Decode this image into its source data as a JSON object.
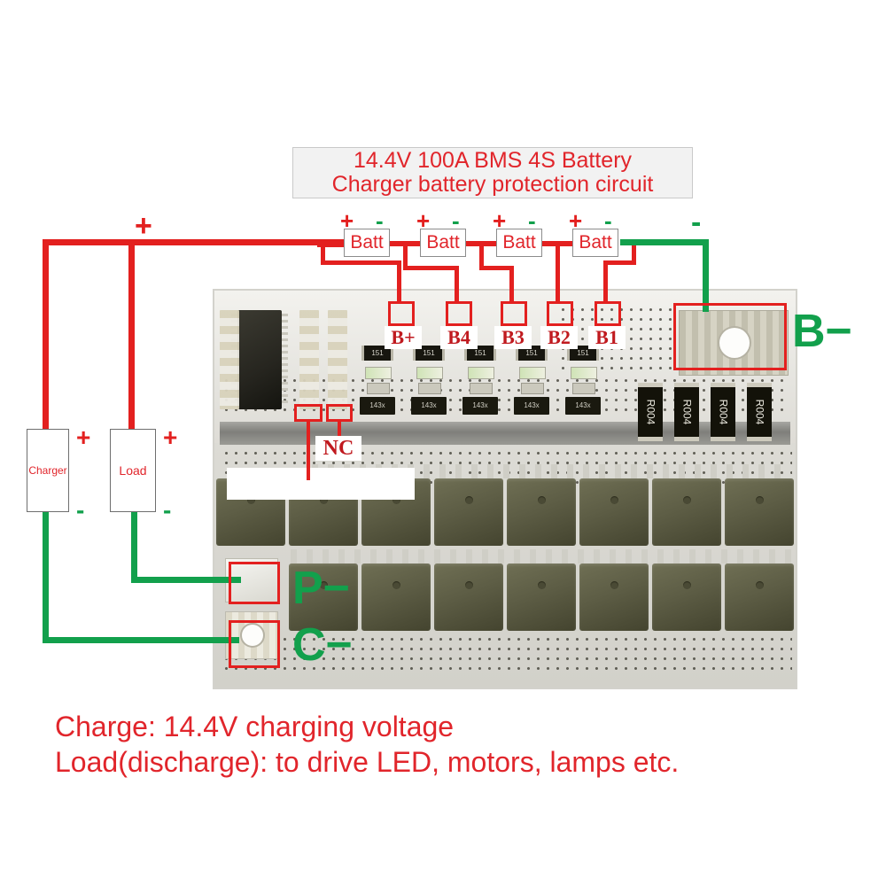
{
  "title": {
    "line1": "14.4V 100A BMS 4S Battery",
    "line2": "Charger battery protection circuit"
  },
  "colors": {
    "positive_wire": "#e3201f",
    "negative_wire": "#12a04c",
    "annotation_red": "#e3201f",
    "label_text_red": "#c01a1f",
    "title_red": "#e1252b"
  },
  "battery_pack": {
    "cells": [
      {
        "label": "Batt",
        "plus": "+",
        "minus": "-"
      },
      {
        "label": "Batt",
        "plus": "+",
        "minus": "-"
      },
      {
        "label": "Batt",
        "plus": "+",
        "minus": "-"
      },
      {
        "label": "Batt",
        "plus": "+",
        "minus": "-"
      }
    ],
    "pack_plus": "+",
    "pack_minus": "-"
  },
  "sources": [
    {
      "name": "Charger",
      "plus": "+",
      "minus": "-"
    },
    {
      "name": "Load",
      "plus": "+",
      "minus": "-"
    }
  ],
  "balance_terminals": [
    {
      "label": "B+"
    },
    {
      "label": "B4"
    },
    {
      "label": "B3"
    },
    {
      "label": "B2"
    },
    {
      "label": "B1"
    }
  ],
  "board_terminals": {
    "b_minus": "B−",
    "p_minus": "P−",
    "c_minus": "C−",
    "nc": "NC"
  },
  "board_components": {
    "balance_resistor": "151",
    "balance_transistor": "143x",
    "shunt_resistor": "R004",
    "shunt_count": 4,
    "mosfet_row_top_count": 8,
    "mosfet_row_bottom_count": 7,
    "balance_channel_count": 5
  },
  "captions": {
    "line1": "Charge: 14.4V charging voltage",
    "line2": "Load(discharge): to drive LED, motors, lamps etc."
  }
}
